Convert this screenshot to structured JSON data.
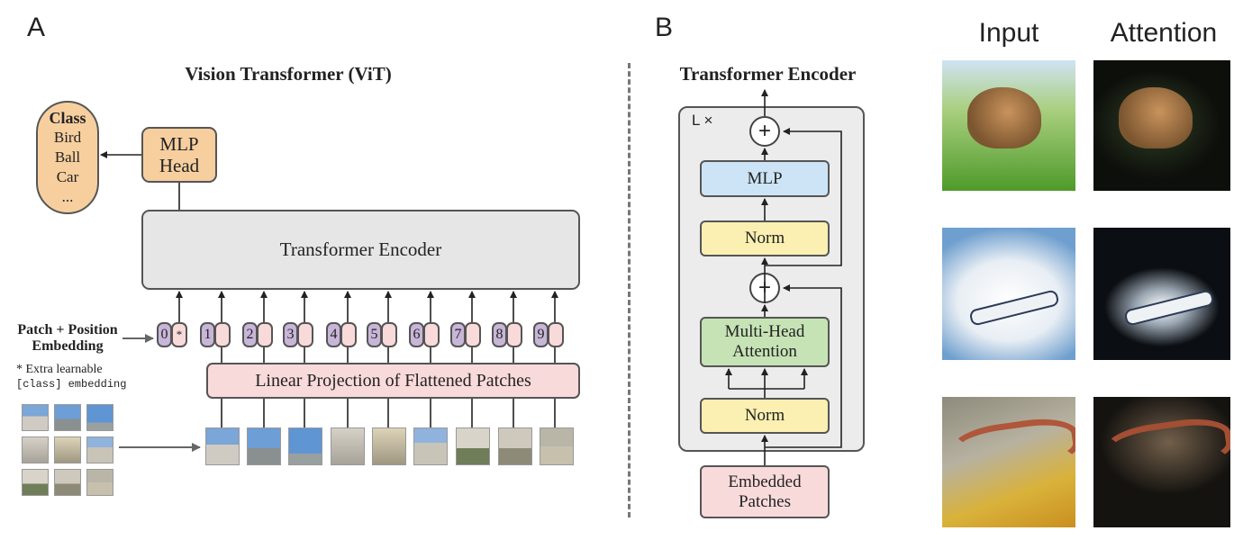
{
  "panel_a": {
    "letter": "A",
    "title": "Vision Transformer (ViT)",
    "class_box": {
      "title": "Class",
      "items": [
        "Bird",
        "Ball",
        "Car",
        "..."
      ]
    },
    "mlp_head": [
      "MLP",
      "Head"
    ],
    "encoder_label": "Transformer Encoder",
    "pos_embedding_label": [
      "Patch + Position",
      "Embedding"
    ],
    "extra_note": [
      "* Extra learnable",
      "[class] embedding"
    ],
    "linear_projection": "Linear Projection of Flattened Patches",
    "tokens": [
      {
        "n": "0",
        "e": "*"
      },
      {
        "n": "1",
        "e": ""
      },
      {
        "n": "2",
        "e": ""
      },
      {
        "n": "3",
        "e": ""
      },
      {
        "n": "4",
        "e": ""
      },
      {
        "n": "5",
        "e": ""
      },
      {
        "n": "6",
        "e": ""
      },
      {
        "n": "7",
        "e": ""
      },
      {
        "n": "8",
        "e": ""
      },
      {
        "n": "9",
        "e": ""
      }
    ]
  },
  "panel_b": {
    "letter": "B",
    "title": "Transformer Encoder",
    "repeat_label": "L ×",
    "mlp": "MLP",
    "norm_top": "Norm",
    "mha": [
      "Multi-Head",
      "Attention"
    ],
    "norm_bottom": "Norm",
    "embedded": [
      "Embedded",
      "Patches"
    ],
    "plus": "+"
  },
  "panel_c": {
    "input_header": "Input",
    "attention_header": "Attention"
  }
}
